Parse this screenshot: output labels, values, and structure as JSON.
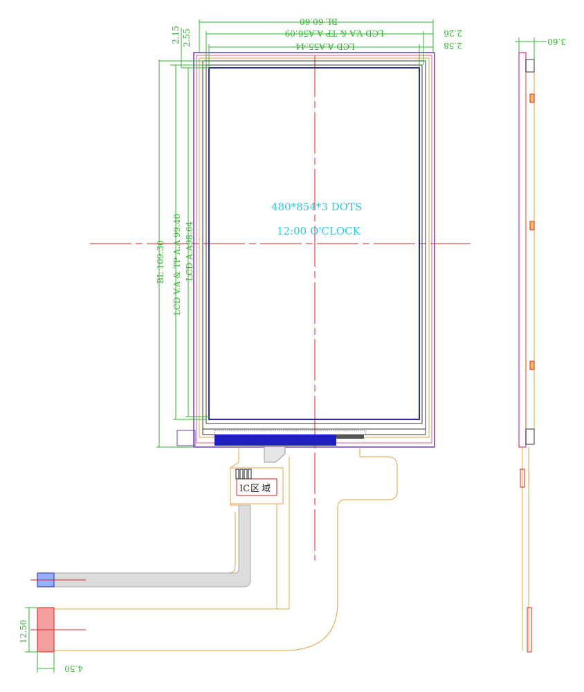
{
  "dimensions": {
    "bl_width": "BL 60.60",
    "lcd_va_width": "LCD V.A & TP A.A56.09",
    "lcd_aa_width": "LCD A.A55.44",
    "top_offset_1": "2.15",
    "top_offset_2": "2.55",
    "right_offset_1": "2.26",
    "right_offset_2": "2.58",
    "bl_height": "BL 109.30",
    "lcd_va_height": "LCD V.A & TP A.A 99.40",
    "lcd_aa_height": "LCD A.A98.64",
    "thickness": "3.60",
    "connector_height": "12.50",
    "connector_width": "4.50"
  },
  "notes": {
    "resolution": "480*854*3 DOTS",
    "orientation": "12:00 O'CLOCK"
  },
  "ic_area": {
    "label_ic": "IC",
    "label_zone_1": "区",
    "label_zone_2": "域"
  },
  "colors": {
    "dimension": "#2db52d",
    "center_line": "#d62020",
    "lcd_aa": "#2a2ab0",
    "backlight": "#6a3fb5",
    "outline": "#333333",
    "fpc": "#e8a040",
    "tp": "#e05aa0",
    "note": "#29c8e0",
    "connector": "#e03030"
  }
}
